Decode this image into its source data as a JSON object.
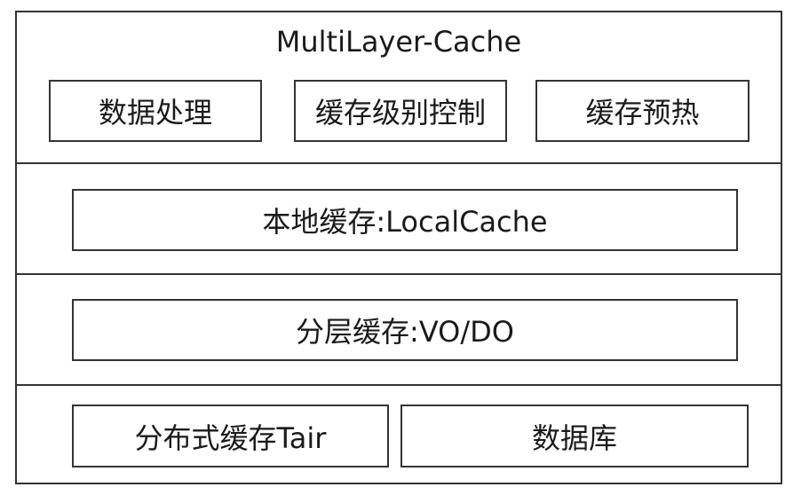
{
  "top_layer": {
    "title": "MultiLayer-Cache",
    "items": [
      "数据处理",
      "缓存级别控制",
      "缓存预热"
    ]
  },
  "local_layer": {
    "label": "本地缓存:LocalCache"
  },
  "tier_layer": {
    "label": "分层缓存:VO/DO"
  },
  "bottom_layer": {
    "items": [
      "分布式缓存Tair",
      "数据库"
    ]
  },
  "colors": {
    "stroke": "#333333",
    "background": "#ffffff",
    "text": "#1a1a1a"
  }
}
